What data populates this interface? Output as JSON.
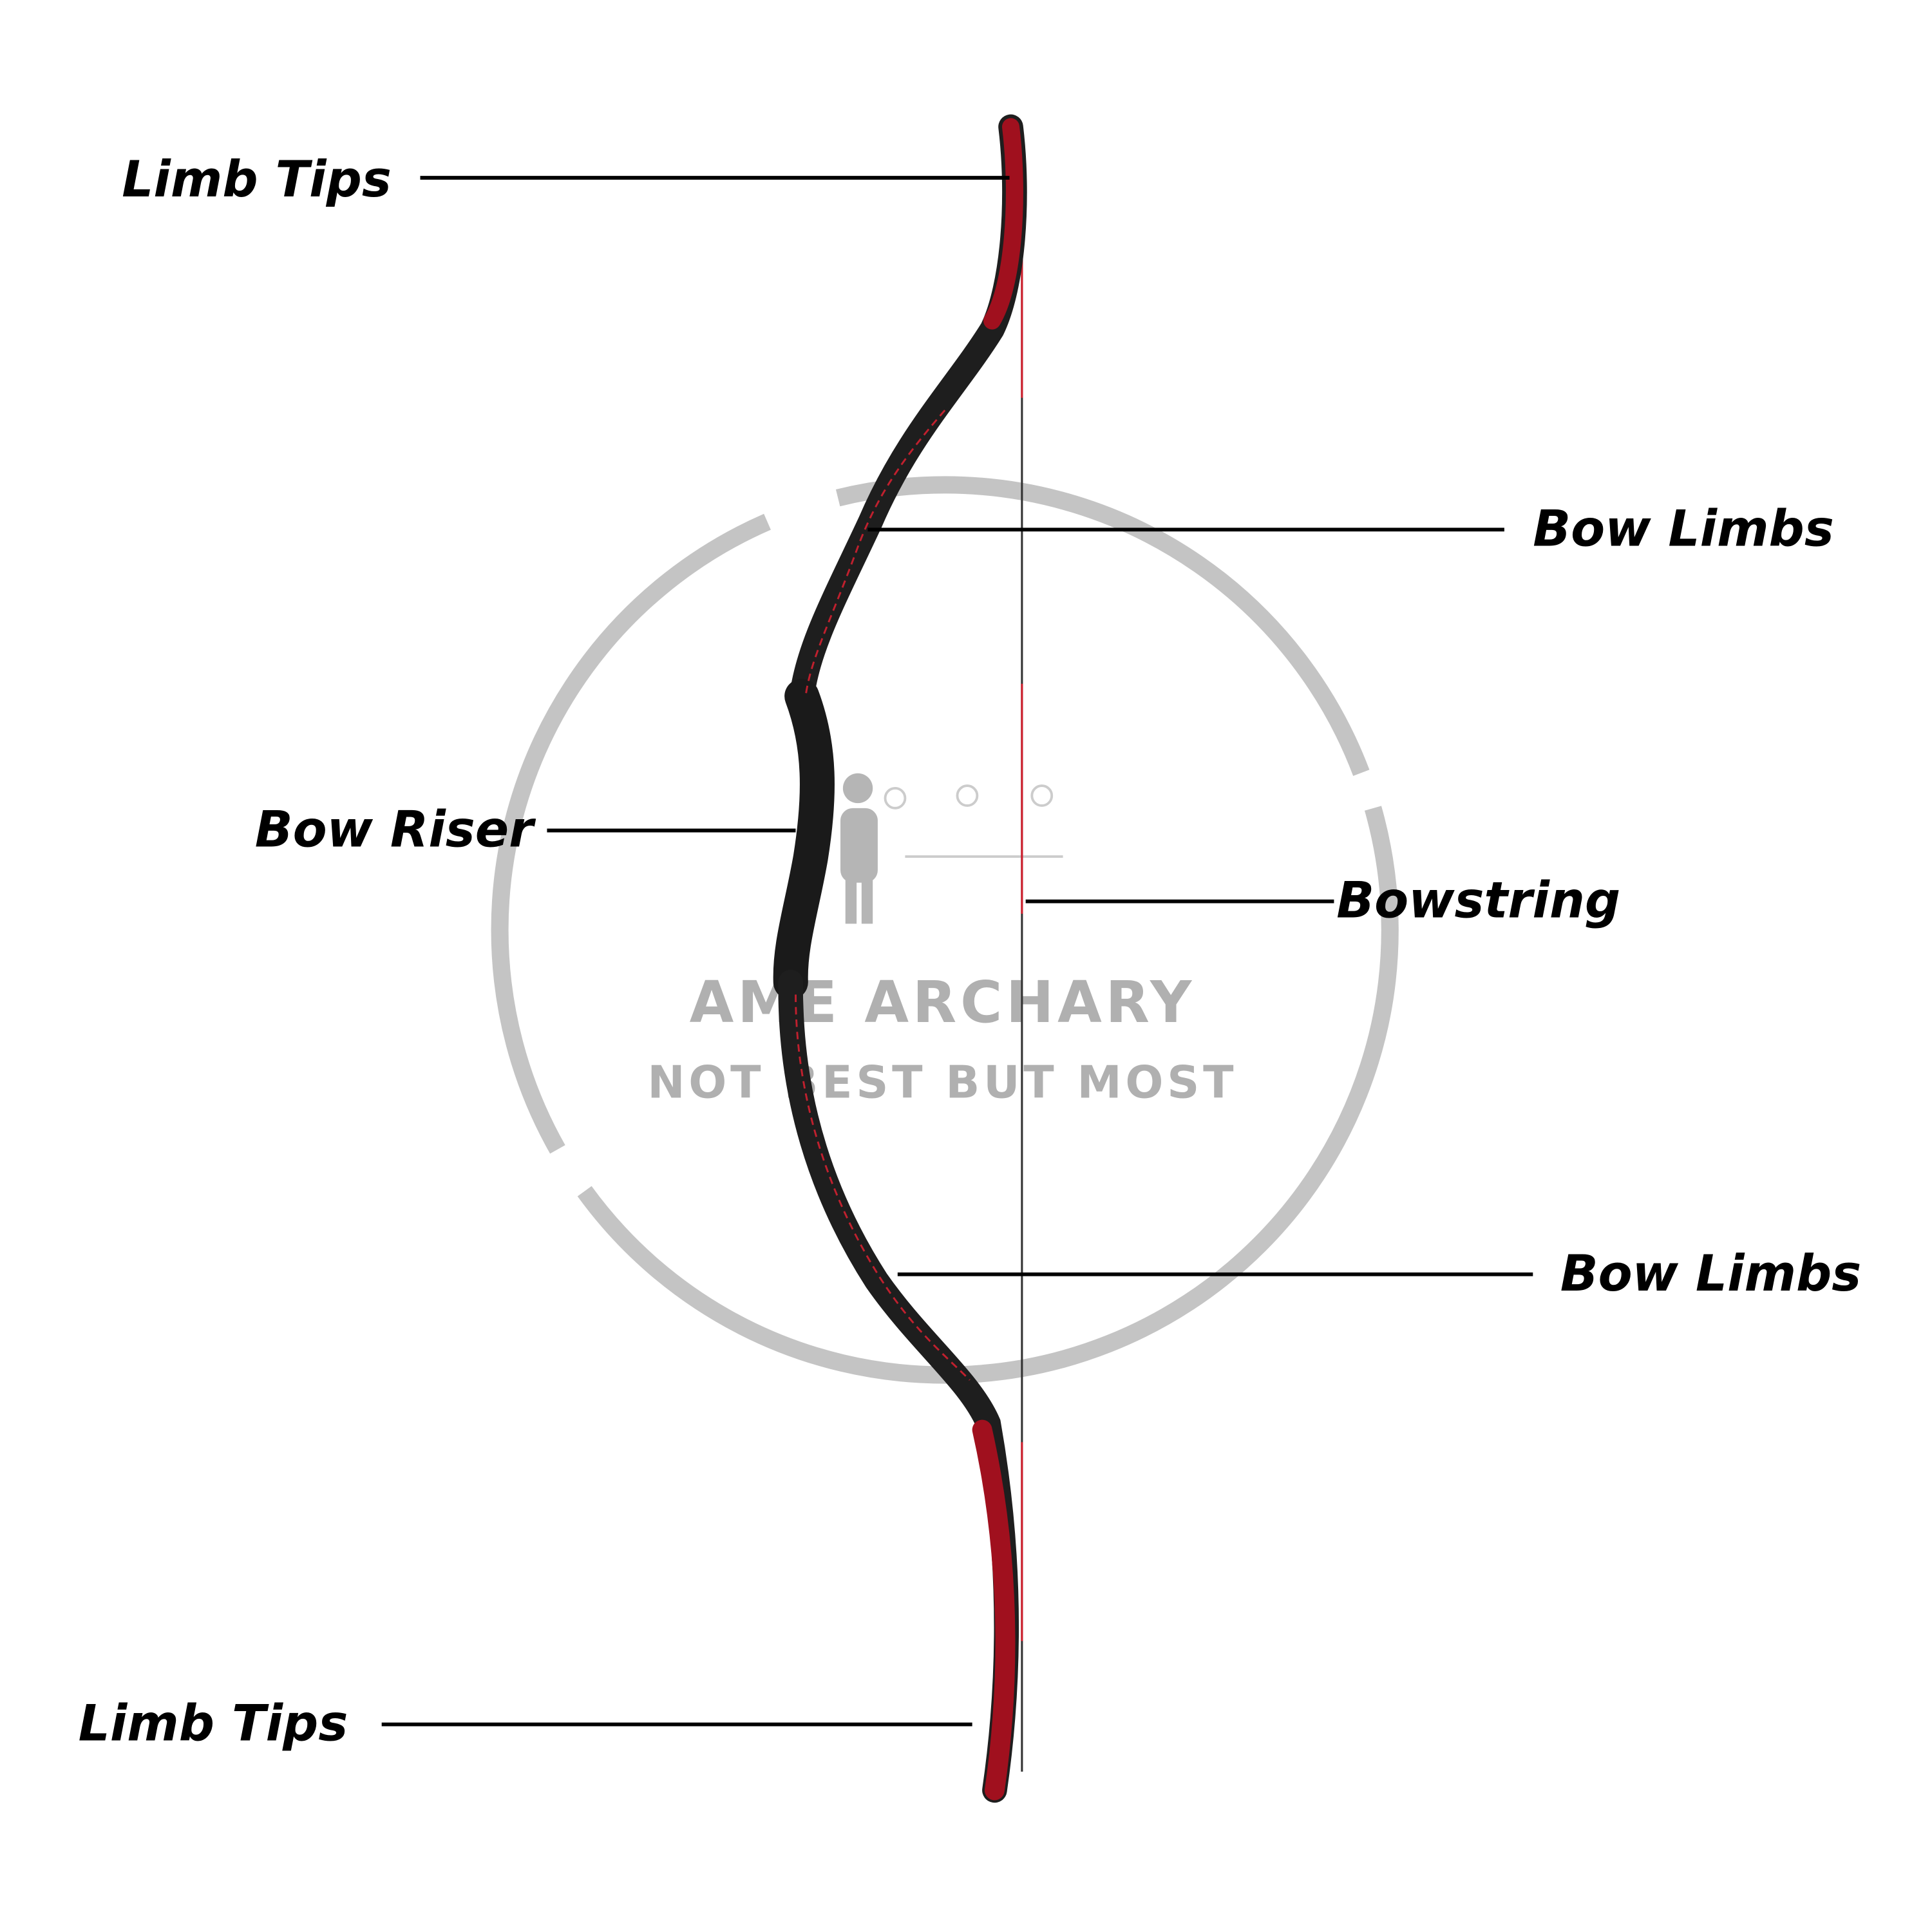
{
  "labels": {
    "limb_tips_top": "Limb Tips",
    "bow_limbs_upper": "Bow Limbs",
    "bow_riser": "Bow Riser",
    "bowstring": "Bowstring",
    "bow_limbs_lower": "Bow Limbs",
    "limb_tips_bottom": "Limb Tips"
  },
  "watermark": {
    "brand": "AME ARCHARY",
    "slogan": "NOT BEST BUT MOST"
  },
  "colors": {
    "bow_body": "#1e1e1e",
    "bow_accent": "#a0101e",
    "watermark": "#b0b0b0"
  }
}
